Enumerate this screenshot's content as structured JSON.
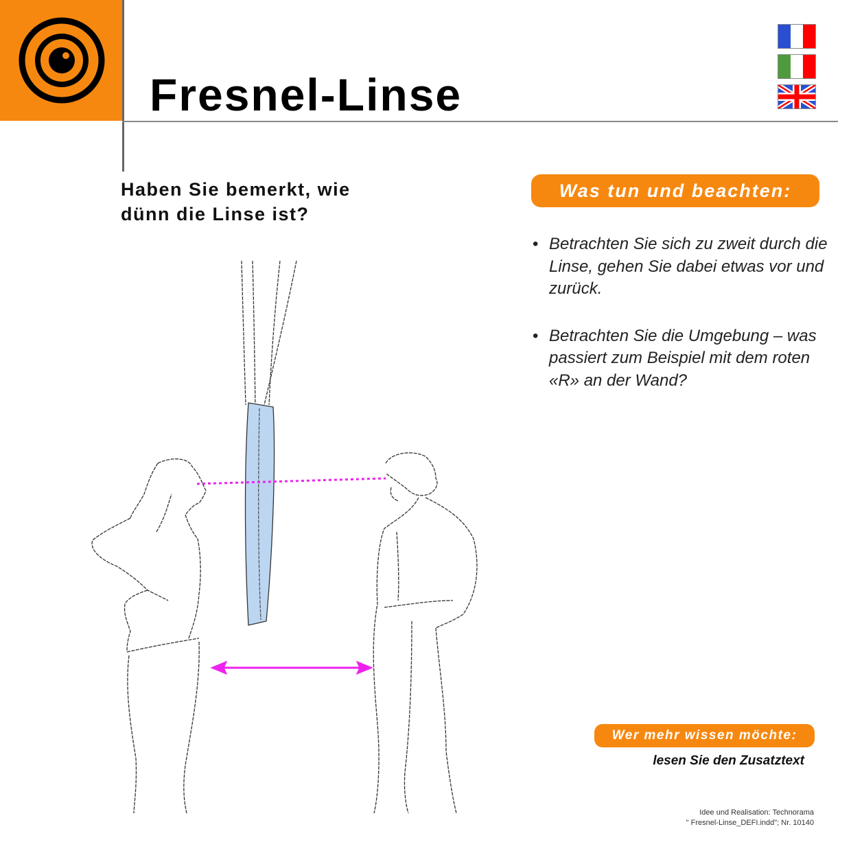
{
  "header": {
    "title": "Fresnel-Linse",
    "logo_icon": "eye-target-icon",
    "brand_color": "#f7880f",
    "languages": [
      {
        "code": "fr",
        "label": "Français",
        "icon": "flag-france-icon"
      },
      {
        "code": "it",
        "label": "Italiano",
        "icon": "flag-italy-icon"
      },
      {
        "code": "en",
        "label": "English",
        "icon": "flag-uk-icon"
      }
    ]
  },
  "question": {
    "line1": "Haben Sie bemerkt, wie",
    "line2": "dünn die Linse ist?"
  },
  "instructions": {
    "heading": "Was tun und beachten:",
    "items": [
      "Betrachten Sie sich zu zweit durch die Linse, gehen Sie dabei etwas vor und zurück.",
      "Betrachten Sie die Umgebung – was passiert zum Beispiel mit dem roten «R» an der Wand?"
    ]
  },
  "illustration": {
    "description": "Two people looking at each other through a hanging Fresnel lens",
    "sight_line_color": "#ee22ee",
    "lens_color": "#bcd6f2"
  },
  "more_info": {
    "heading": "Wer mehr wissen möchte:",
    "text": "lesen Sie den Zusatztext"
  },
  "credits": {
    "line1": "Idee und Realisation: Technorama",
    "line2": "\" Fresnel-Linse_DEFI.indd\"; Nr. 10140"
  }
}
